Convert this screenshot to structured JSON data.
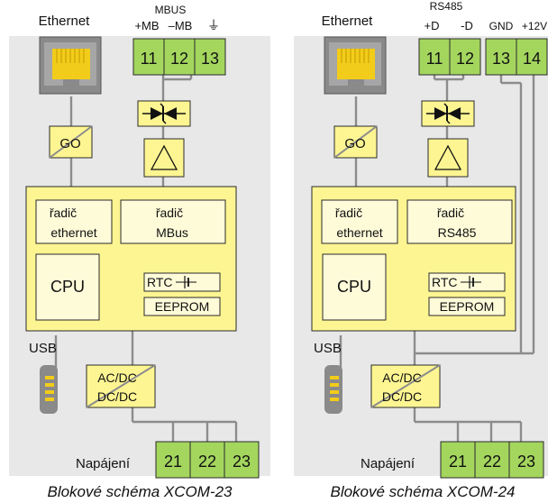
{
  "diagrams": [
    {
      "caption": "Blokové schéma XCOM-23",
      "ethernet_label": "Ethernet",
      "bus_title": "MBUS",
      "bus_signals": [
        "+MB",
        "–MB",
        "⏚"
      ],
      "bus_terminals": [
        "11",
        "12",
        "13"
      ],
      "isolation": "GO",
      "eth_controller": [
        "řadič",
        "ethernet"
      ],
      "bus_controller": [
        "řadič",
        "MBus"
      ],
      "cpu": "CPU",
      "rtc": "RTC",
      "eeprom": "EEPROM",
      "usb": "USB",
      "power_converter": [
        "AC/DC",
        "DC/DC"
      ],
      "power_label": "Napájení",
      "power_terminals": [
        "21",
        "22",
        "23"
      ]
    },
    {
      "caption": "Blokové schéma XCOM-24",
      "ethernet_label": "Ethernet",
      "bus_title": "RS485",
      "bus_signals": [
        "+D",
        "-D",
        "GND",
        "+12V"
      ],
      "bus_terminals": [
        "11",
        "12",
        "13",
        "14"
      ],
      "isolation": "GO",
      "eth_controller": [
        "řadič",
        "ethernet"
      ],
      "bus_controller": [
        "řadič",
        "RS485"
      ],
      "cpu": "CPU",
      "rtc": "RTC",
      "eeprom": "EEPROM",
      "usb": "USB",
      "power_converter": [
        "AC/DC",
        "DC/DC"
      ],
      "power_label": "Napájení",
      "power_terminals": [
        "21",
        "22",
        "23"
      ]
    }
  ],
  "colors": {
    "panel": "#e8e8e8",
    "terminal": "#a4d65e",
    "box_yellow": "#fdf592",
    "box_light": "#fefbd9",
    "wire": "#8c8c8c",
    "port": "#8a8a8a",
    "jack": "#f2cc1a"
  },
  "icons": [
    "ethernet-port-icon",
    "tvs-diode-icon",
    "triangle-icon",
    "usb-port-icon",
    "battery-icon"
  ]
}
